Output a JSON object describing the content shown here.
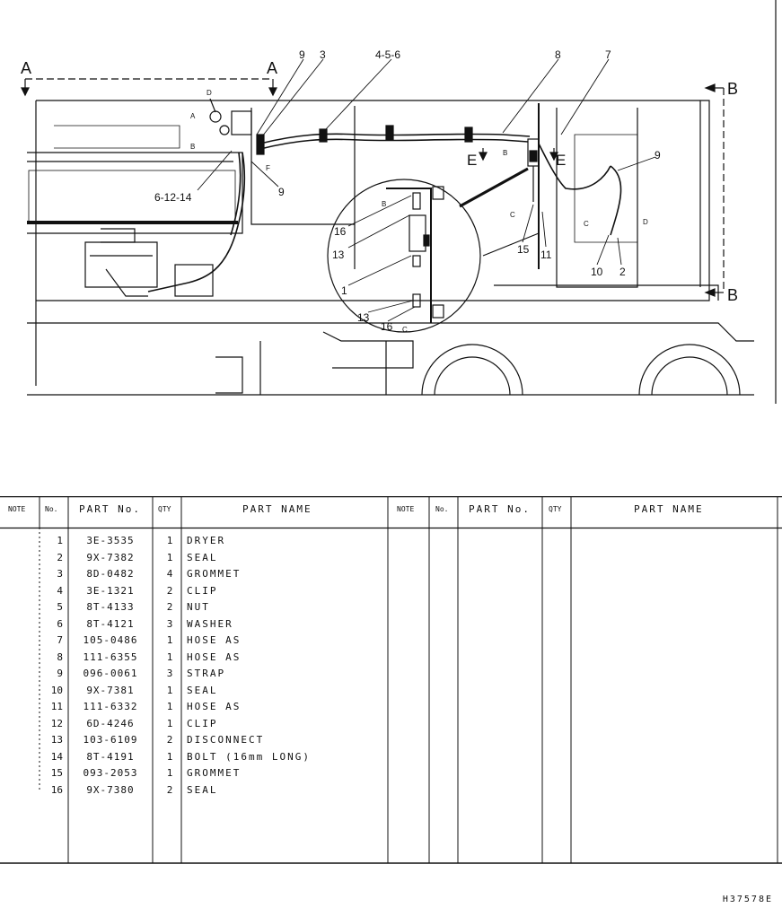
{
  "drawing": {
    "section_a": "A",
    "section_b": "B",
    "view_e": "E",
    "letters": {
      "a": "A",
      "b": "B",
      "c": "C",
      "d": "D",
      "f": "F"
    },
    "callouts": {
      "c9": "9",
      "c3": "3",
      "c456": "4-5-6",
      "c8": "8",
      "c7": "7",
      "c61214": "6-12-14",
      "c16": "16",
      "c13": "13",
      "c1": "1",
      "c15": "15",
      "c11": "11",
      "c10": "10",
      "c2": "2"
    }
  },
  "table": {
    "headers": {
      "note": "NOTE",
      "no": "No.",
      "part_no": "PART No.",
      "qty": "QTY",
      "part_name": "PART NAME"
    },
    "rows": [
      {
        "no": "1",
        "part_no": "3E-3535",
        "qty": "1",
        "name": "DRYER"
      },
      {
        "no": "2",
        "part_no": "9X-7382",
        "qty": "1",
        "name": "SEAL"
      },
      {
        "no": "3",
        "part_no": "8D-0482",
        "qty": "4",
        "name": "GROMMET"
      },
      {
        "no": "4",
        "part_no": "3E-1321",
        "qty": "2",
        "name": "CLIP"
      },
      {
        "no": "5",
        "part_no": "8T-4133",
        "qty": "2",
        "name": "NUT"
      },
      {
        "no": "6",
        "part_no": "8T-4121",
        "qty": "3",
        "name": "WASHER"
      },
      {
        "no": "7",
        "part_no": "105-0486",
        "qty": "1",
        "name": "HOSE AS"
      },
      {
        "no": "8",
        "part_no": "111-6355",
        "qty": "1",
        "name": "HOSE AS"
      },
      {
        "no": "9",
        "part_no": "096-0061",
        "qty": "3",
        "name": "STRAP"
      },
      {
        "no": "10",
        "part_no": "9X-7381",
        "qty": "1",
        "name": "SEAL"
      },
      {
        "no": "11",
        "part_no": "111-6332",
        "qty": "1",
        "name": "HOSE AS"
      },
      {
        "no": "12",
        "part_no": "6D-4246",
        "qty": "1",
        "name": "CLIP"
      },
      {
        "no": "13",
        "part_no": "103-6109",
        "qty": "2",
        "name": "DISCONNECT"
      },
      {
        "no": "14",
        "part_no": "8T-4191",
        "qty": "1",
        "name": "BOLT (16mm LONG)"
      },
      {
        "no": "15",
        "part_no": "093-2053",
        "qty": "1",
        "name": "GROMMET"
      },
      {
        "no": "16",
        "part_no": "9X-7380",
        "qty": "2",
        "name": "SEAL"
      }
    ]
  },
  "doc_id": "H37578E"
}
